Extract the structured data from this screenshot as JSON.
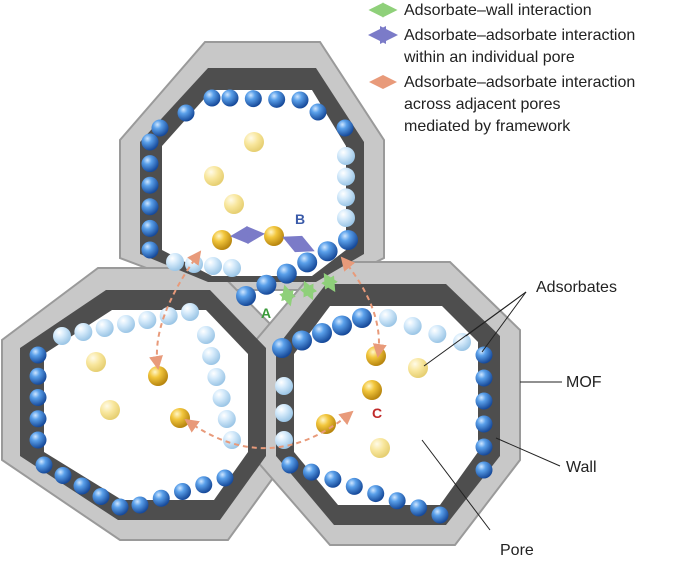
{
  "legend": {
    "wall": "Adsorbate–wall interaction",
    "within_line1": "Adsorbate–adsorbate interaction",
    "within_line2": "within an individual pore",
    "across_line1": "Adsorbate–adsorbate interaction",
    "across_line2": "across adjacent pores",
    "across_line3": "mediated by framework"
  },
  "labels": {
    "adsorbates": "Adsorbates",
    "mof": "MOF",
    "wall": "Wall",
    "pore": "Pore",
    "a": "A",
    "b": "B",
    "c": "C"
  },
  "colors": {
    "wall_arrow": "#8fd07a",
    "within_arrow": "#7b7bc8",
    "across_arrow": "#e89a7a",
    "label_a": "#3a9a3a",
    "label_b": "#3a5aa8",
    "label_c": "#c02a2a",
    "framework_outer": "#a8a8a8",
    "framework_inner": "#5a5a5a",
    "adsorbate": "#f0c23a",
    "wall_sphere": "#2f6fc8"
  }
}
